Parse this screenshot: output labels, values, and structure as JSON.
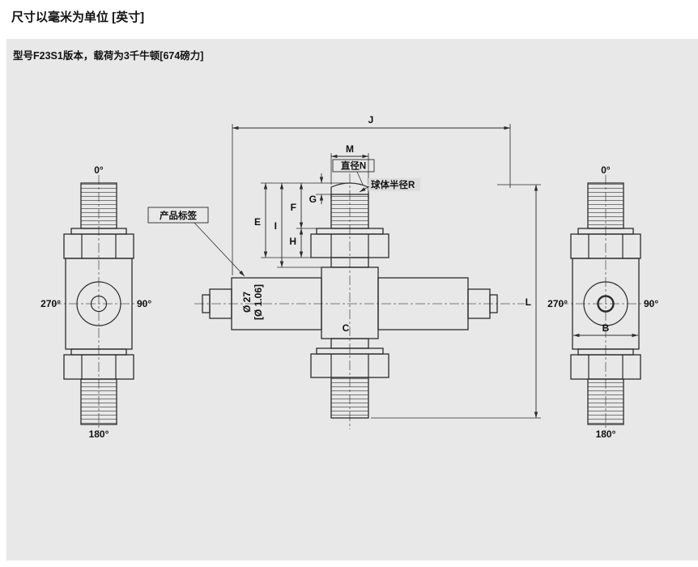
{
  "header": {
    "title": "尺寸以毫米为单位 [英寸]"
  },
  "panel": {
    "model_note": "型号F23S1版本，载荷为3千牛顿[674磅力]"
  },
  "views": {
    "left": {
      "top": "0°",
      "left": "270°",
      "right": "90°",
      "bottom": "180°"
    },
    "right": {
      "top": "0°",
      "left": "270°",
      "right": "90°",
      "bottom": "180°",
      "width_dim": "B"
    }
  },
  "dims": {
    "overall_width": "J",
    "thread_dim": "M",
    "diameter_n": "直径N",
    "g": "G",
    "f": "F",
    "e": "E",
    "i": "I",
    "h": "H",
    "sphere_radius": "球体半径R",
    "center_dim": "C",
    "overall_height": "L",
    "bore_mm": "Ø 27",
    "bore_in": "[Ø 1.06]",
    "product_label": "产品标签"
  },
  "colors": {
    "panel_bg": "#e8e8e8",
    "line": "#2b2b2b",
    "text": "#111111"
  }
}
